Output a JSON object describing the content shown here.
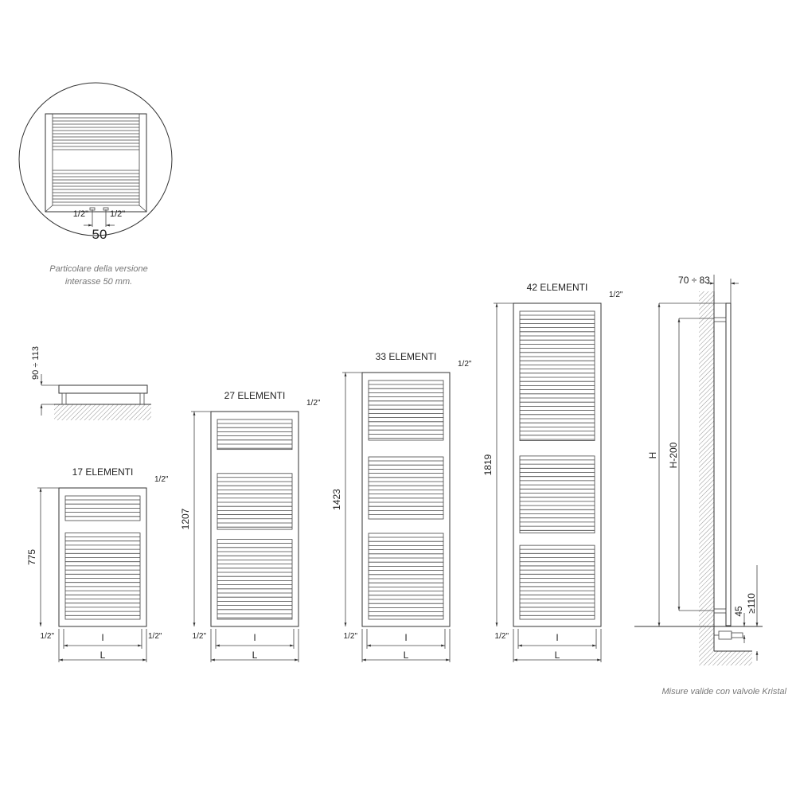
{
  "detail": {
    "pipe_left": "1/2\"",
    "pipe_right": "1/2\"",
    "spacing": "50",
    "caption_line1": "Particolare della versione",
    "caption_line2": "interasse 50 mm."
  },
  "top_view": {
    "depth": "90 ÷ 113"
  },
  "radiators": [
    {
      "title": "17 ELEMENTI",
      "height": "775",
      "connection": "1/2\"",
      "conn_left": "1/2\"",
      "conn_right": "1/2\"",
      "inner_label": "I",
      "width_label": "L"
    },
    {
      "title": "27 ELEMENTI",
      "height": "1207",
      "connection": "1/2\"",
      "conn_left": "1/2\"",
      "inner_label": "I",
      "width_label": "L"
    },
    {
      "title": "33 ELEMENTI",
      "height": "1423",
      "connection": "1/2\"",
      "conn_left": "1/2\"",
      "inner_label": "I",
      "width_label": "L"
    },
    {
      "title": "42 ELEMENTI",
      "height": "1819",
      "connection": "1/2\"",
      "conn_left": "1/2\"",
      "inner_label": "I",
      "width_label": "L"
    }
  ],
  "side_view": {
    "wall_distance": "70 ÷ 83",
    "total_height": "H",
    "bracket_height": "H-200",
    "valve_offset": "45",
    "floor_clearance": "≥110"
  },
  "note": "Misure valide con valvole Kristal"
}
